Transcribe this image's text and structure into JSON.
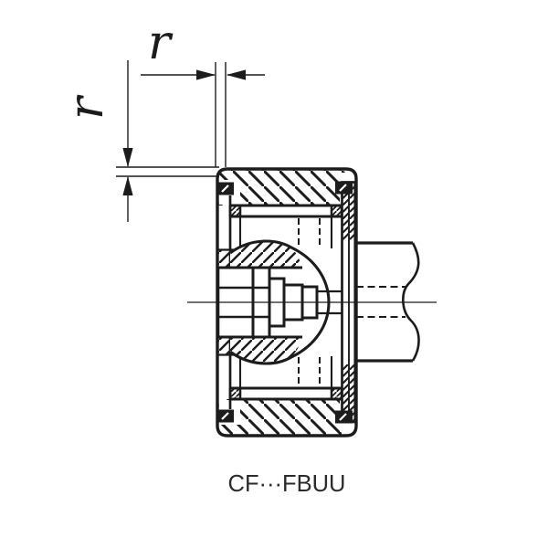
{
  "drawing": {
    "kind": "bearing-cross-section",
    "caption": "CF···FBUU",
    "dimensions": {
      "radius_top_label": "r",
      "radius_side_label": "r"
    }
  },
  "colors": {
    "background": "#ffffff",
    "ink": "#1c1c1c",
    "caption_text": "#2b2b2b"
  }
}
